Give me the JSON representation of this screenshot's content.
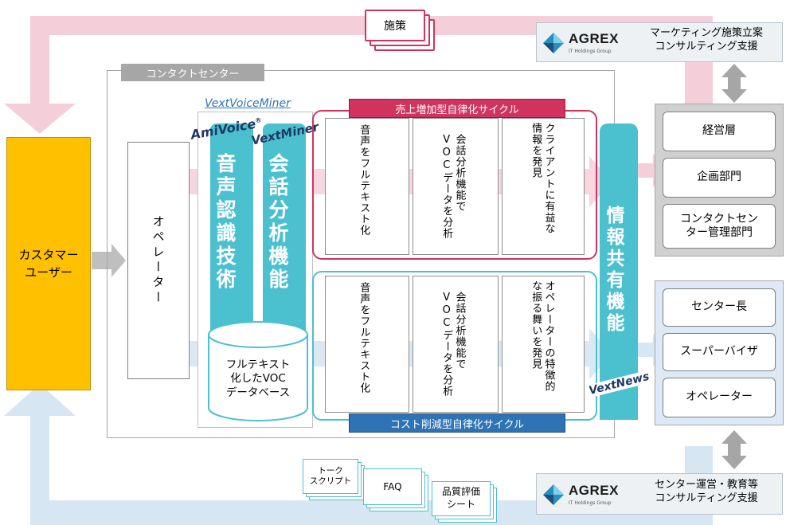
{
  "top_doc": "施策",
  "contact_center_label": "コンタクトセンター",
  "vvm_label": "VextVoiceMiner",
  "amivoice_logo": "AmiVoice",
  "amivoice_reg": "®",
  "vextminer_logo": "VextMiner",
  "customer": "カスタマー\nユーザー",
  "operator": "オペレーター",
  "speech_tech": "音声認識技術",
  "conv_analysis": "会話分析機能",
  "database": "フルテキスト\n化したVOC\nデータベース",
  "cycle_top": {
    "title": "売上増加型自律化サイクル",
    "col1": "音声をフルテキスト化",
    "col2": "会話分析機能で\nVOCデータを分析",
    "col3": "クライアントに有益な\n情報を発見"
  },
  "cycle_bottom": {
    "title": "コスト削減型自律化サイクル",
    "col1": "音声をフルテキスト化",
    "col2": "会話分析機能で\nVOCデータを分析",
    "col3": "オペレーターの特徴的\nな振る舞いを発見"
  },
  "info_share": "情報共有機能",
  "vextnews_logo": "VextNews",
  "agrex_top": {
    "name": "AGREX",
    "sub": "IT Holdings Group",
    "desc": "マーケティング施策立案\nコンサルティング支援"
  },
  "agrex_bottom": {
    "name": "AGREX",
    "sub": "IT Holdings Group",
    "desc": "センター運営・教育等\nコンサルティング支援"
  },
  "mgmt": {
    "items": [
      "経営層",
      "企画部門",
      "コンタクトセン\nター管理部門"
    ]
  },
  "staff": {
    "items": [
      "センター長",
      "スーパーバイザ",
      "オペレーター"
    ]
  },
  "bottom_docs": {
    "script": "トーク\nスクリプト",
    "faq": "FAQ",
    "sheet": "品質評価\nシート"
  },
  "colors": {
    "pink_flow": "#f4cfd9",
    "blue_flow": "#d6e6f3",
    "cyan": "#4bc0cf",
    "customer_fill": "#ffc000",
    "cycle_top_title": "#d1335f",
    "cycle_bottom_title": "#2e74b5",
    "gray_panel": "#d0d0d0",
    "light_blue_panel": "#dde9f6"
  }
}
